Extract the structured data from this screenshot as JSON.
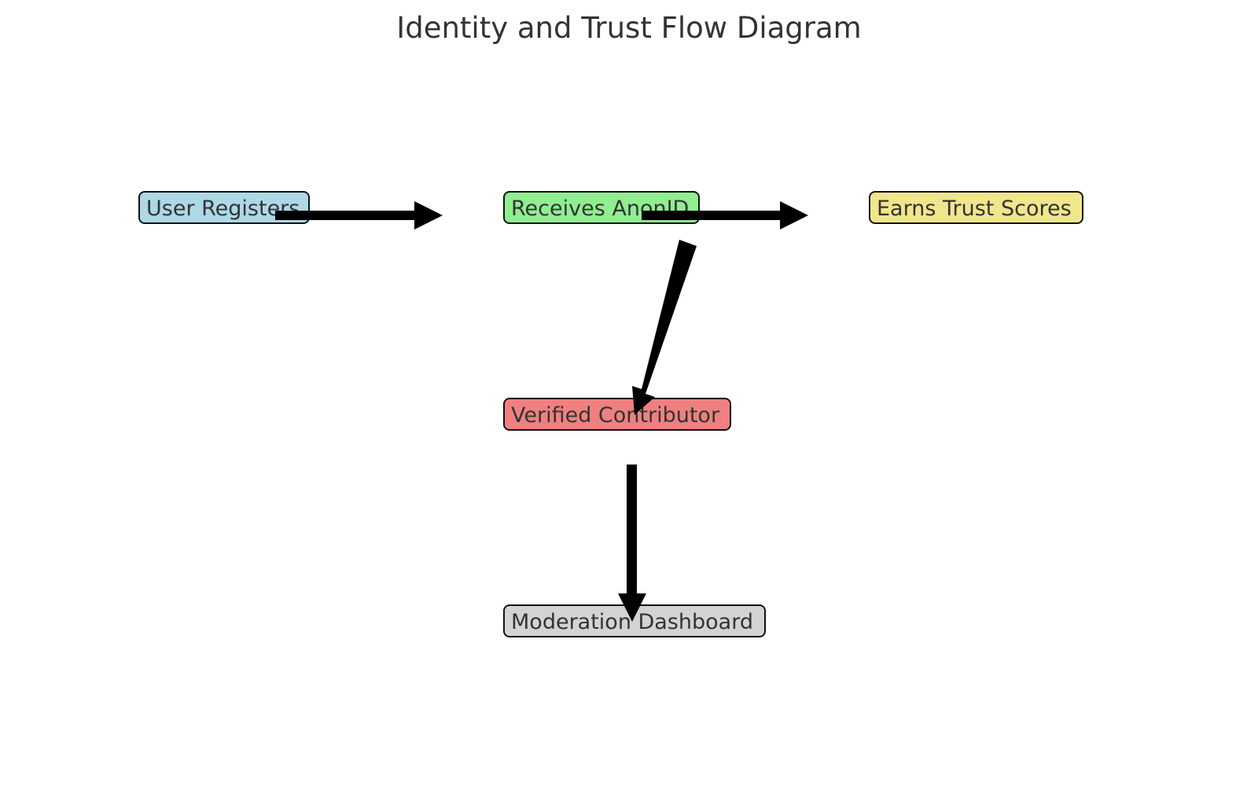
{
  "diagram": {
    "title": "Identity and Trust Flow Diagram",
    "nodes": [
      {
        "id": "user-registers",
        "label": "User Registers",
        "color": "#add8e6"
      },
      {
        "id": "receives-anonid",
        "label": "Receives AnonID",
        "color": "#90ee90"
      },
      {
        "id": "earns-trust-scores",
        "label": "Earns Trust Scores",
        "color": "#f0e68c"
      },
      {
        "id": "verified-contributor",
        "label": "Verified Contributor",
        "color": "#f08080"
      },
      {
        "id": "moderation-dashboard",
        "label": "Moderation Dashboard",
        "color": "#d3d3d3"
      }
    ],
    "edges": [
      {
        "from": "user-registers",
        "to": "receives-anonid"
      },
      {
        "from": "receives-anonid",
        "to": "earns-trust-scores"
      },
      {
        "from": "receives-anonid",
        "to": "verified-contributor"
      },
      {
        "from": "verified-contributor",
        "to": "moderation-dashboard"
      }
    ],
    "arrow_color": "#000000"
  }
}
